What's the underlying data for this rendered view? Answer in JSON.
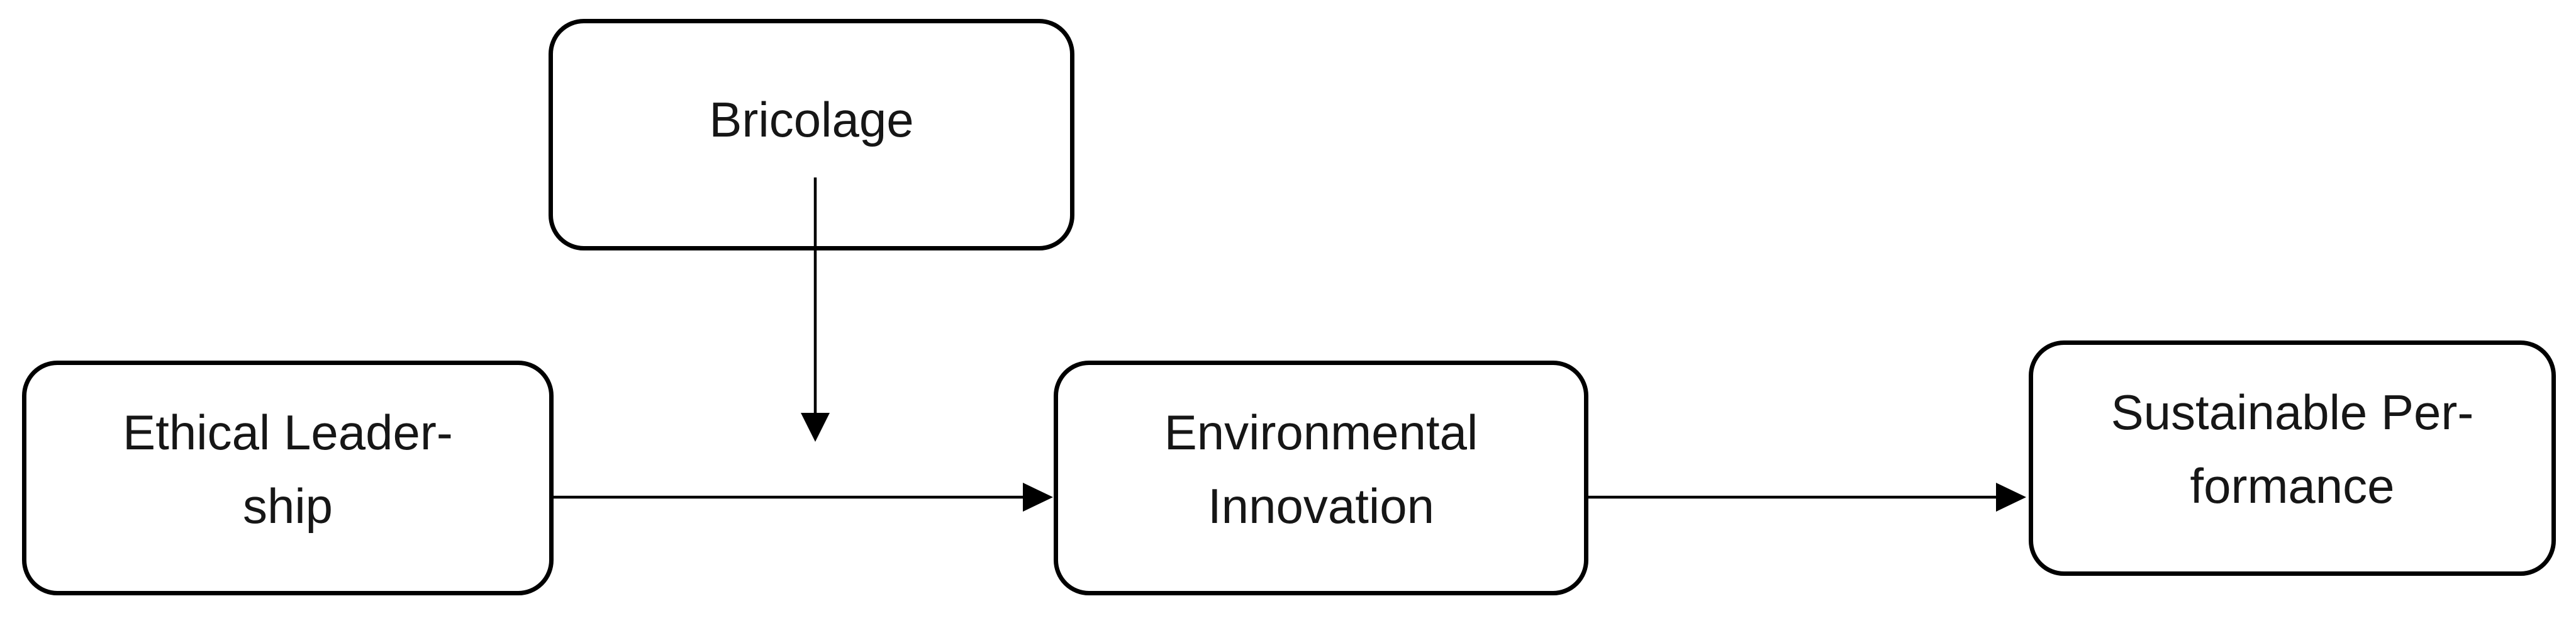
{
  "figure": {
    "type": "path-diagram",
    "background_color": "#ffffff",
    "line_color": "#000000",
    "text_color": "#161616",
    "nodes": {
      "bricolage": {
        "line1": "Bricolage"
      },
      "ethical_leadership": {
        "line1": "Ethical Leader-",
        "line2": "ship"
      },
      "environmental_innovation": {
        "line1": "Environmental",
        "line2": "Innovation"
      },
      "sustainable_performance": {
        "line1": "Sustainable Per-",
        "line2": "formance"
      }
    },
    "edges": [
      {
        "from": "Ethical Leadership",
        "to": "Environmental Innovation",
        "kind": "direct-arrow"
      },
      {
        "from": "Environmental Innovation",
        "to": "Sustainable Performance",
        "kind": "direct-arrow"
      },
      {
        "from": "Bricolage",
        "to": "path Ethical Leadership to Environmental Innovation",
        "kind": "moderation-arrow"
      }
    ]
  }
}
